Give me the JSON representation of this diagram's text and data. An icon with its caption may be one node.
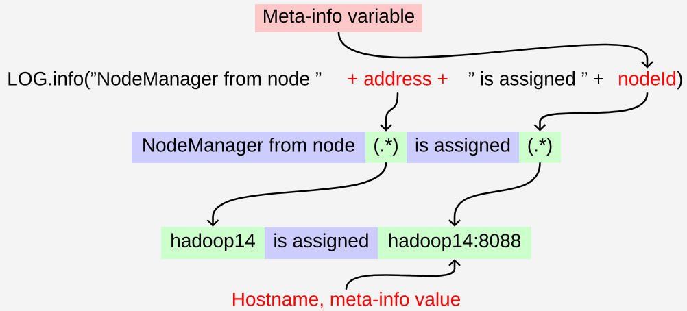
{
  "diagram": {
    "nodes": [
      {
        "text": [
          "Meta-info variable"
        ]
      },
      {
        "text": [
          "+ address +"
        ]
      },
      {
        "text": [
          "nodeId"
        ]
      },
      {
        "text": [
          "NodeManager from node"
        ]
      },
      {
        "text": [
          "(.*)"
        ]
      },
      {
        "text": [
          "is assigned"
        ]
      },
      {
        "text": [
          "(.*)"
        ]
      },
      {
        "text": [
          "hadoop14"
        ]
      },
      {
        "text": [
          "is assigned"
        ]
      },
      {
        "text": [
          "hadoop14:8088"
        ]
      },
      {
        "text": [
          "Hostname, meta-info value"
        ]
      }
    ],
    "edges": [
      {
        "from": 0,
        "to": 2,
        "arrow": "to"
      },
      {
        "from": 1,
        "to": 4,
        "arrow": "to"
      },
      {
        "from": 2,
        "to": 6,
        "arrow": "to"
      },
      {
        "from": 4,
        "to": 7,
        "arrow": "to"
      },
      {
        "from": 6,
        "to": 9,
        "arrow": "to"
      },
      {
        "from": 10,
        "to": 9,
        "arrow": "to"
      }
    ],
    "labels": [
      "LOG.info(”NodeManager from node ”",
      "” is assigned ” +",
      ")"
    ]
  }
}
